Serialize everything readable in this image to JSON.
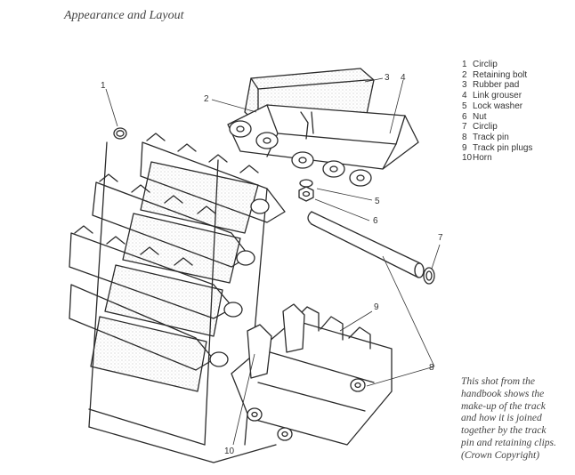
{
  "header": {
    "title": "Appearance and Layout"
  },
  "legend": [
    {
      "num": "1",
      "label": "Circlip"
    },
    {
      "num": "2",
      "label": "Retaining bolt"
    },
    {
      "num": "3",
      "label": "Rubber pad"
    },
    {
      "num": "4",
      "label": "Link grouser"
    },
    {
      "num": "5",
      "label": "Lock washer"
    },
    {
      "num": "6",
      "label": "Nut"
    },
    {
      "num": "7",
      "label": "Circlip"
    },
    {
      "num": "8",
      "label": "Track pin"
    },
    {
      "num": "9",
      "label": "Track pin plugs"
    },
    {
      "num": "10",
      "label": "Horn"
    }
  ],
  "callouts": [
    "1",
    "2",
    "3",
    "4",
    "5",
    "6",
    "7",
    "8",
    "9",
    "10"
  ],
  "caption": [
    "This shot from the",
    "handbook shows the",
    "make-up of the track",
    "and how it is joined",
    "together by the track",
    "pin and retaining clips.",
    "(Crown Copyright)"
  ]
}
